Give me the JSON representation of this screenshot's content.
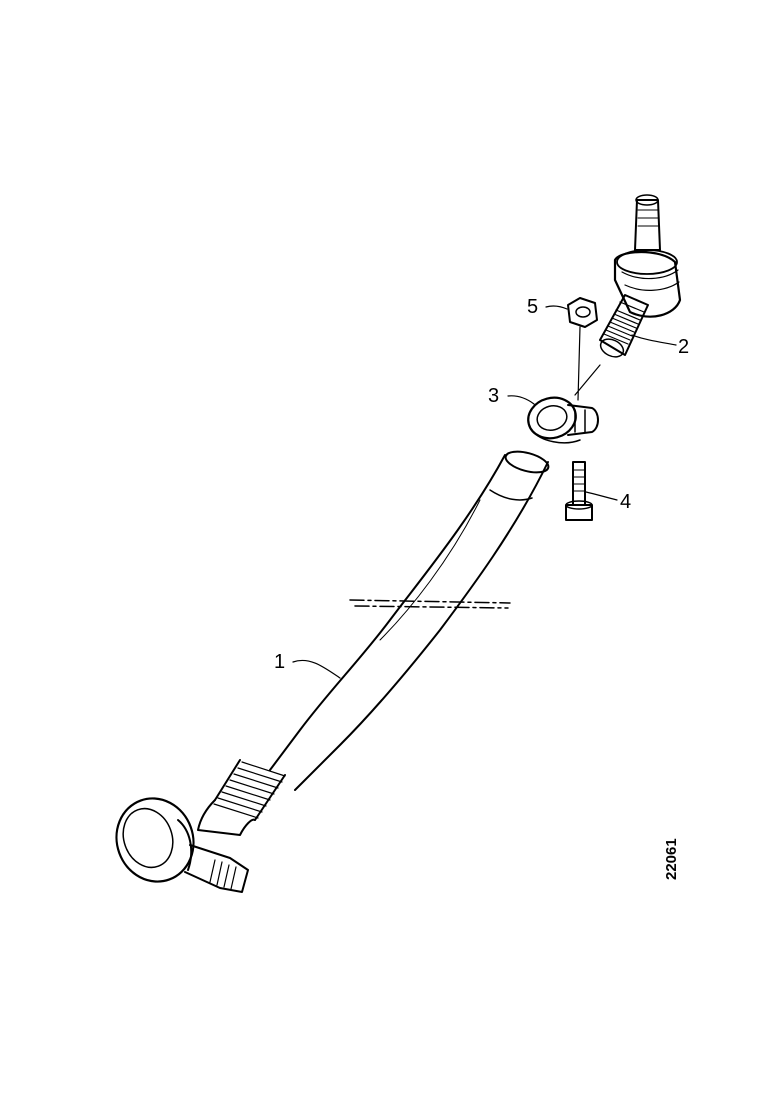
{
  "diagram": {
    "figure_number": "22061",
    "callouts": [
      {
        "id": "1",
        "label": "1"
      },
      {
        "id": "2",
        "label": "2"
      },
      {
        "id": "3",
        "label": "3"
      },
      {
        "id": "4",
        "label": "4"
      },
      {
        "id": "5",
        "label": "5"
      }
    ]
  }
}
